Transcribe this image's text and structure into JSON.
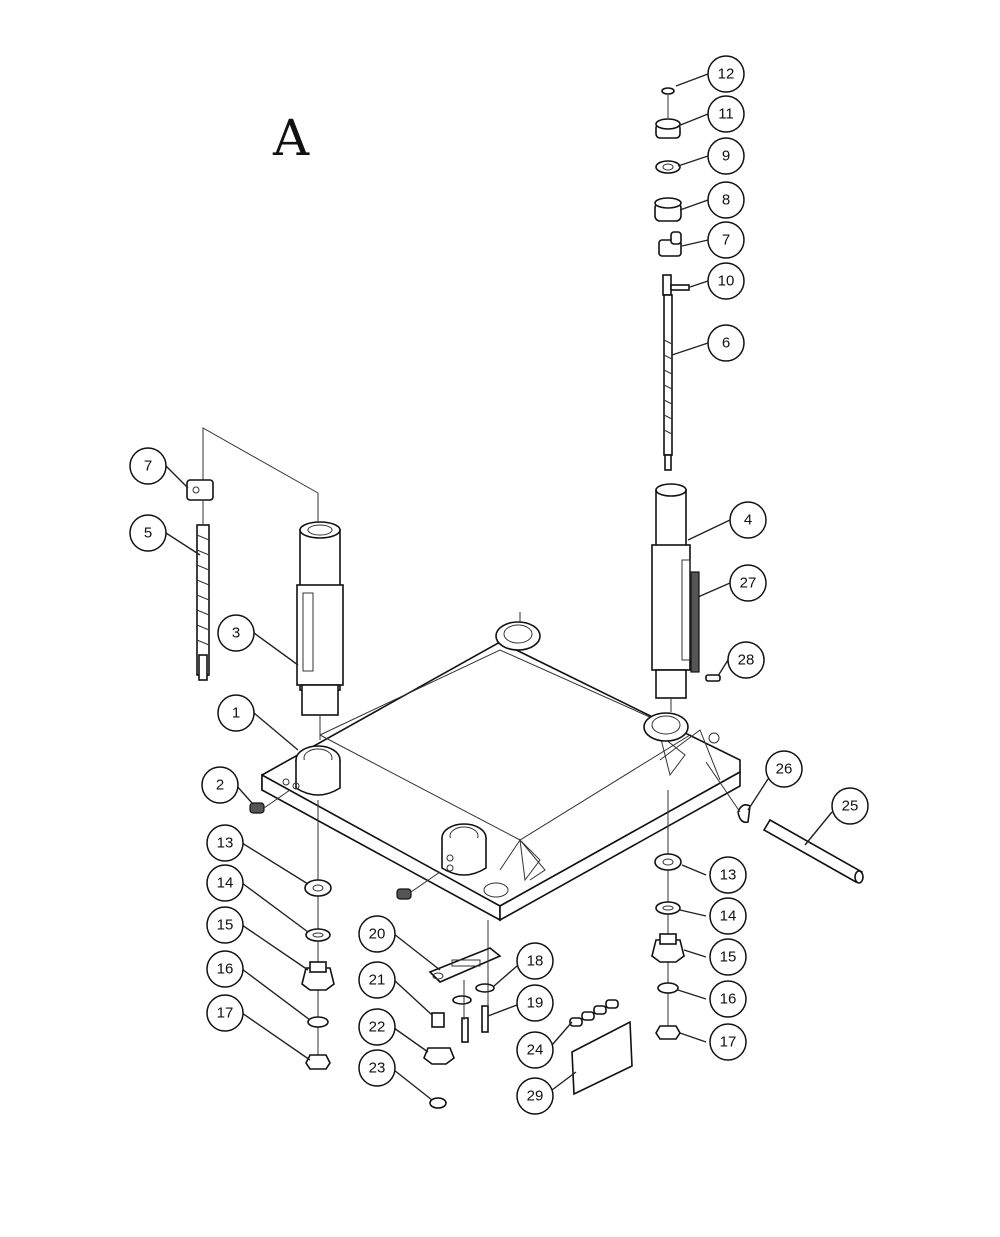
{
  "diagram_title": "A",
  "callouts": [
    {
      "label": "12"
    },
    {
      "label": "11"
    },
    {
      "label": "9"
    },
    {
      "label": "8"
    },
    {
      "label": "7"
    },
    {
      "label": "10"
    },
    {
      "label": "6"
    },
    {
      "label": "7"
    },
    {
      "label": "5"
    },
    {
      "label": "4"
    },
    {
      "label": "27"
    },
    {
      "label": "3"
    },
    {
      "label": "28"
    },
    {
      "label": "1"
    },
    {
      "label": "2"
    },
    {
      "label": "26"
    },
    {
      "label": "25"
    },
    {
      "label": "13"
    },
    {
      "label": "14"
    },
    {
      "label": "15"
    },
    {
      "label": "16"
    },
    {
      "label": "17"
    },
    {
      "label": "13"
    },
    {
      "label": "14"
    },
    {
      "label": "15"
    },
    {
      "label": "16"
    },
    {
      "label": "17"
    },
    {
      "label": "20"
    },
    {
      "label": "21"
    },
    {
      "label": "18"
    },
    {
      "label": "19"
    },
    {
      "label": "22"
    },
    {
      "label": "23"
    },
    {
      "label": "24"
    },
    {
      "label": "29"
    }
  ]
}
